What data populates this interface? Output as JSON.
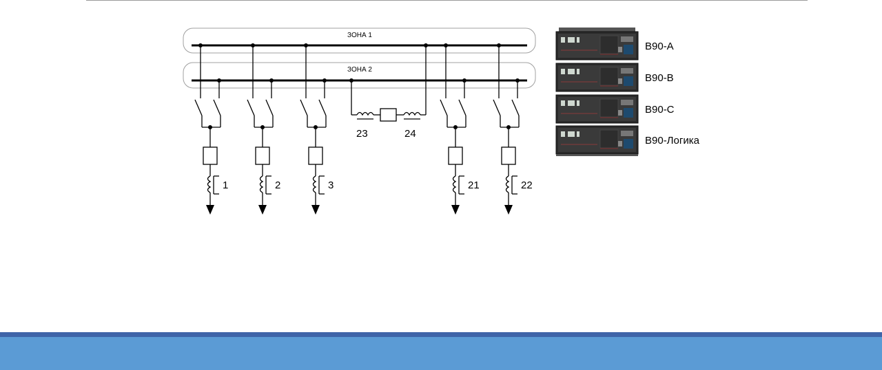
{
  "zones": [
    {
      "label": "ЗОНА 1"
    },
    {
      "label": "ЗОНА 2"
    }
  ],
  "feeders": [
    {
      "label": "1"
    },
    {
      "label": "2"
    },
    {
      "label": "3"
    },
    {
      "label": "21"
    },
    {
      "label": "22"
    }
  ],
  "coupler": {
    "ct_labels": [
      "23",
      "24"
    ]
  },
  "units": [
    {
      "label": "B90-A"
    },
    {
      "label": "B90-B"
    },
    {
      "label": "B90-C"
    },
    {
      "label": "B90-Логика"
    }
  ],
  "colors": {
    "band": "#5b9bd5",
    "band_line": "#3f64a8",
    "rack_body": "#2a2a2a",
    "rack_display": "#1e4a6e"
  }
}
